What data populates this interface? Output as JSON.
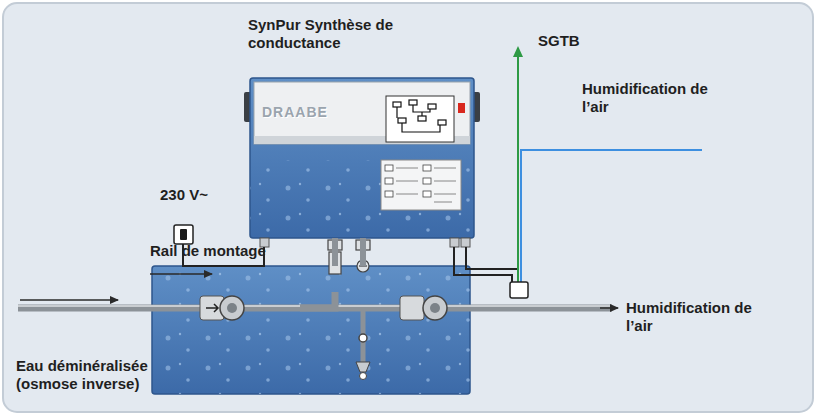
{
  "diagram": {
    "nodes": [
      {
        "text": [
          "SynPur Synthèse de conductance",
          "DRAABE"
        ]
      },
      {
        "text": [
          "Rail de montage"
        ]
      }
    ],
    "edges": [
      {
        "from": 0,
        "to": 1,
        "arrow": "none"
      },
      {
        "from": 0,
        "to": 1,
        "arrow": "none"
      }
    ],
    "labels": [
      "SGTB",
      "Humidification de l’air",
      "230 V~",
      "Humidification de l’air",
      "Eau déminéralisée (osmose inverse)"
    ]
  }
}
